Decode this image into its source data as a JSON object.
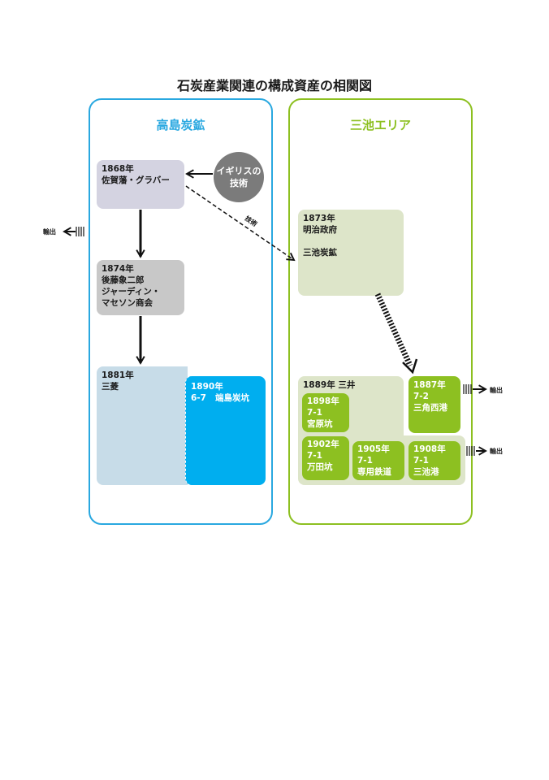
{
  "title": "石炭産業関連の構成資産の相関図",
  "colors": {
    "takashima": "#29a8e0",
    "miike": "#8dc021",
    "blue_box": "#00aeef",
    "green_box": "#8dc021",
    "arrow": "#111111"
  },
  "takashima": {
    "title": "高島炭鉱",
    "box_1868": {
      "year": "1868年",
      "name": "佐賀藩・グラバー"
    },
    "british_tech": {
      "line1": "イギリスの",
      "line2": "技術"
    },
    "box_1874": {
      "year": "1874年",
      "line1": "後藤象二郎",
      "line2": "ジャーディン・",
      "line3": "マセソン商会"
    },
    "box_1881": {
      "year": "1881年",
      "name": "三菱"
    },
    "box_1890": {
      "year": "1890年",
      "code": "6-7",
      "name": "端島炭坑"
    },
    "export_label": "輸出"
  },
  "tech_label": "技術",
  "miike": {
    "title": "三池エリア",
    "box_1873": {
      "year": "1873年",
      "line1": "明治政府",
      "line2": "三池炭鉱"
    },
    "box_1889": {
      "label": "1889年 三井"
    },
    "box_1898": {
      "year": "1898年",
      "code": "7-1",
      "name": "宮原坑"
    },
    "box_1902": {
      "year": "1902年",
      "code": "7-1",
      "name": "万田坑"
    },
    "box_1905": {
      "year": "1905年",
      "code": "7-1",
      "name": "専用鉄道"
    },
    "box_1908": {
      "year": "1908年",
      "code": "7-1",
      "name": "三池港"
    },
    "box_1887": {
      "year": "1887年",
      "code": "7-2",
      "name": "三角西港"
    },
    "export_label_top": "輸出",
    "export_label_bottom": "輸出"
  }
}
